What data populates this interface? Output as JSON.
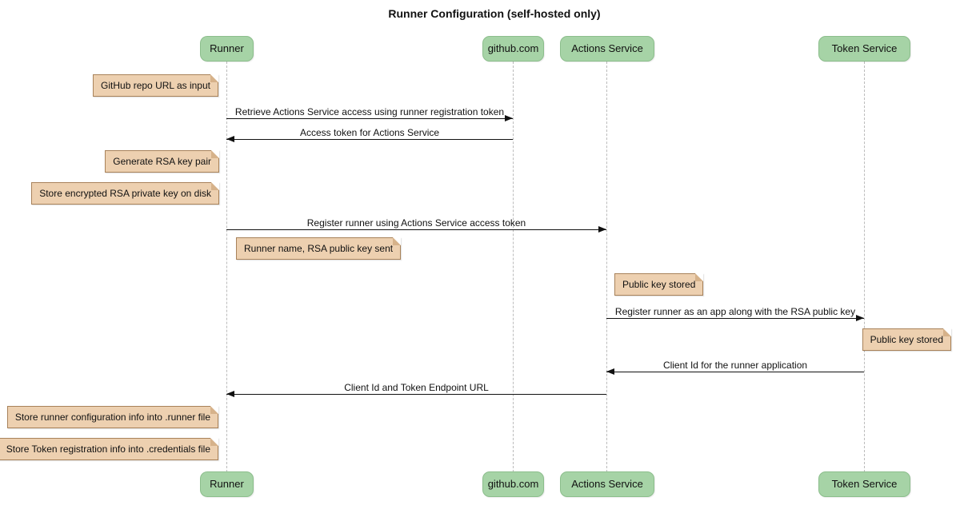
{
  "title": "Runner Configuration (self-hosted only)",
  "participants": [
    {
      "id": "runner",
      "label": "Runner"
    },
    {
      "id": "github",
      "label": "github.com"
    },
    {
      "id": "actions_service",
      "label": "Actions Service"
    },
    {
      "id": "token_service",
      "label": "Token Service"
    }
  ],
  "messages": [
    {
      "from": "runner",
      "to": "github",
      "text": "Retrieve Actions Service access using runner registration token"
    },
    {
      "from": "github",
      "to": "runner",
      "text": "Access token for Actions Service"
    },
    {
      "from": "runner",
      "to": "actions_service",
      "text": "Register runner using Actions Service access token"
    },
    {
      "from": "actions_service",
      "to": "token_service",
      "text": "Register runner as an app along with the RSA public key"
    },
    {
      "from": "token_service",
      "to": "actions_service",
      "text": "Client Id for the runner application"
    },
    {
      "from": "actions_service",
      "to": "runner",
      "text": "Client Id and Token Endpoint URL"
    }
  ],
  "notes": [
    {
      "attached_to": "runner",
      "side": "left",
      "text": "GitHub repo URL as input"
    },
    {
      "attached_to": "runner",
      "side": "left",
      "text": "Generate RSA key pair"
    },
    {
      "attached_to": "runner",
      "side": "left",
      "text": "Store encrypted RSA private key on disk"
    },
    {
      "attached_to": "runner",
      "side": "right",
      "text": "Runner name, RSA public key sent"
    },
    {
      "attached_to": "actions_service",
      "side": "right",
      "text": "Public key stored"
    },
    {
      "attached_to": "token_service",
      "side": "right",
      "text": "Public key stored"
    },
    {
      "attached_to": "runner",
      "side": "left",
      "text": "Store runner configuration info into .runner file"
    },
    {
      "attached_to": "runner",
      "side": "left",
      "text": "Store Token registration info into .credentials file"
    }
  ],
  "colors": {
    "participant_fill": "#A6D3A6",
    "note_fill": "#EDD0B0",
    "note_border": "#A8825A",
    "lifeline": "#BBBBBB",
    "arrow": "#111111"
  }
}
